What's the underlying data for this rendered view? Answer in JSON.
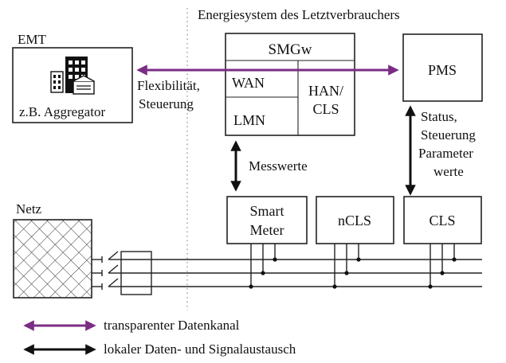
{
  "diagram": {
    "system_title": "Energiesystem des Letztverbrauchers",
    "emt": {
      "label": "EMT",
      "sublabel": "z.B. Aggregator"
    },
    "smgw": {
      "label": "SMGw",
      "wan": "WAN",
      "lmn": "LMN",
      "han_line1": "HAN/",
      "han_line2": "CLS"
    },
    "pms": {
      "label": "PMS"
    },
    "flex": {
      "line1": "Flexibilität,",
      "line2": "Steuerung"
    },
    "messwerte": "Messwerte",
    "status": {
      "line1": "Status,",
      "line2": "Steuerung",
      "line3": "Parameter",
      "line4": "werte"
    },
    "smart_meter": {
      "line1": "Smart",
      "line2": "Meter"
    },
    "ncls": "nCLS",
    "cls": "CLS",
    "netz": "Netz",
    "legend": {
      "transparent": "transparenter Datenkanal",
      "local": "lokaler Daten- und Signalaustausch"
    },
    "colors": {
      "transparent_channel": "#7b2d84",
      "local_exchange": "#111111"
    }
  }
}
